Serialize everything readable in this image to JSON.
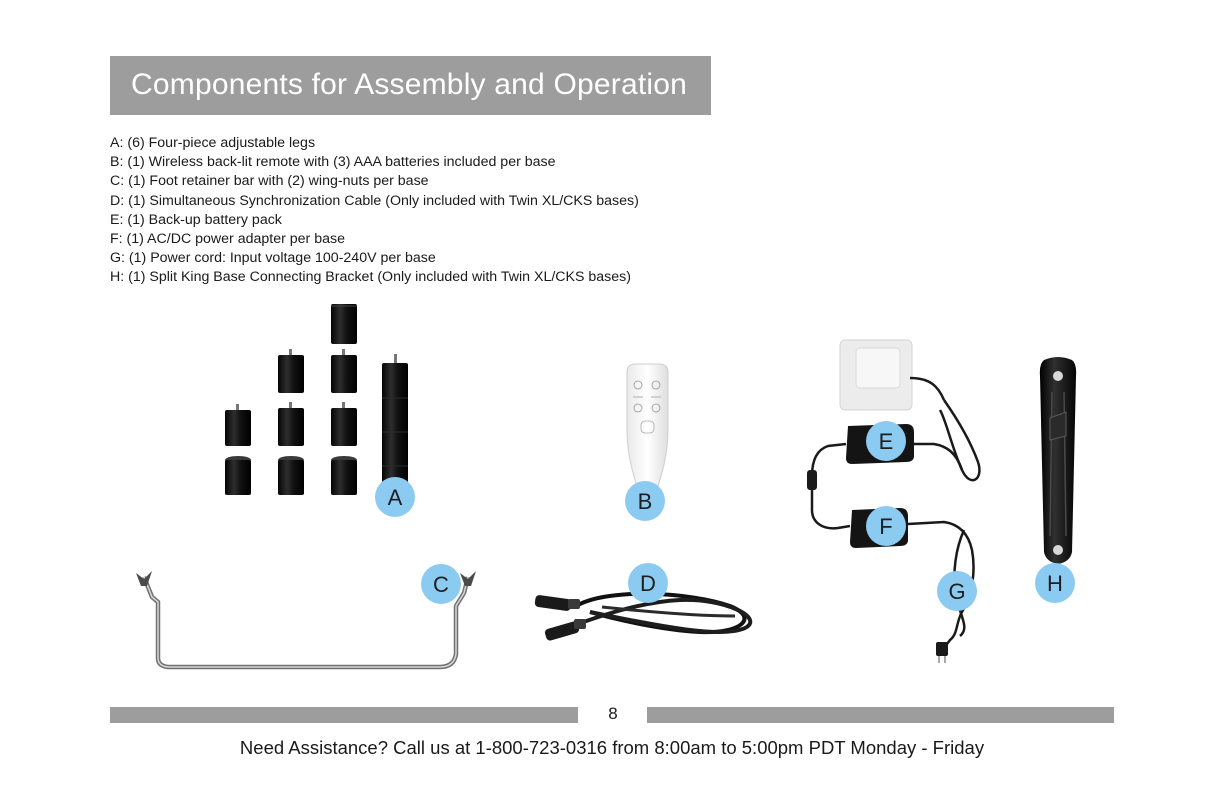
{
  "header": {
    "title": "Components for Assembly and Operation"
  },
  "components": [
    {
      "text": "A: (6) Four-piece adjustable legs"
    },
    {
      "text": "B: (1) Wireless back-lit remote with (3) AAA batteries included per base"
    },
    {
      "text": "C: (1) Foot retainer bar with (2) wing-nuts per base"
    },
    {
      "text": "D: (1) Simultaneous Synchronization Cable (Only included with Twin XL/CKS bases)"
    },
    {
      "text": "E: (1) Back-up battery pack"
    },
    {
      "text": "F: (1) AC/DC power adapter per base"
    },
    {
      "text": "G: (1) Power cord: Input voltage 100-240V per base"
    },
    {
      "text": "H: (1) Split King Base Connecting Bracket (Only included with Twin XL/CKS bases)"
    }
  ],
  "callouts": {
    "a": "A",
    "b": "B",
    "c": "C",
    "d": "D",
    "e": "E",
    "f": "F",
    "g": "G",
    "h": "H"
  },
  "colors": {
    "title_bar": "#9d9d9d",
    "callout": "#8ccbf1",
    "footer_bar": "#9d9d9d"
  },
  "footer": {
    "page_number": "8",
    "assistance": "Need Assistance? Call us at 1-800-723-0316 from 8:00am to 5:00pm PDT Monday - Friday"
  }
}
